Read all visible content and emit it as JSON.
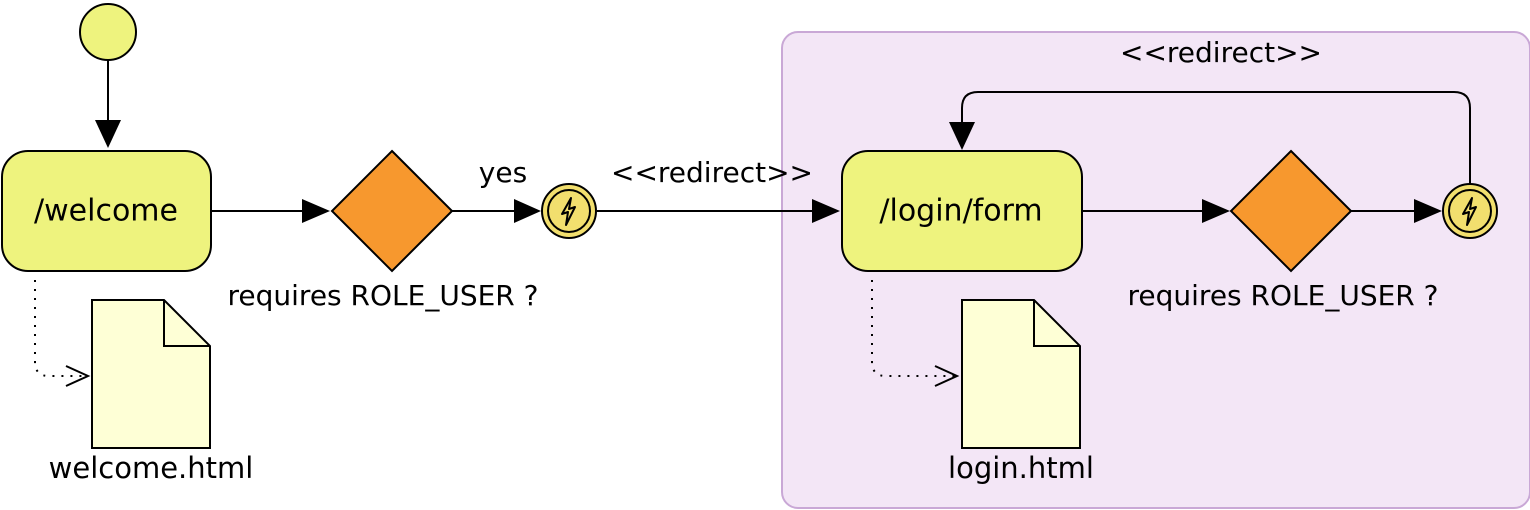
{
  "diagram": {
    "type": "flow-diagram",
    "colors": {
      "state_fill": "#EEF37E",
      "decision_fill": "#F7982E",
      "file_fill": "#FEFFD6",
      "region_fill": "#F3E6F6",
      "region_stroke": "#C9A8D6",
      "event_fill": "#F2DF6E",
      "line": "#000000"
    },
    "nodes": {
      "welcome": "/welcome",
      "login_form": "/login/form",
      "welcome_file": "welcome.html",
      "login_file": "login.html"
    },
    "labels": {
      "decision_1": "requires ROLE_USER ?",
      "decision_2": "requires ROLE_USER ?",
      "yes": "yes",
      "redirect_1": "<<redirect>>",
      "redirect_2": "<<redirect>>"
    },
    "icons": {
      "start": "start-node-icon",
      "decision": "diamond-decision-icon",
      "event": "lightning-event-icon",
      "file": "document-icon"
    }
  }
}
